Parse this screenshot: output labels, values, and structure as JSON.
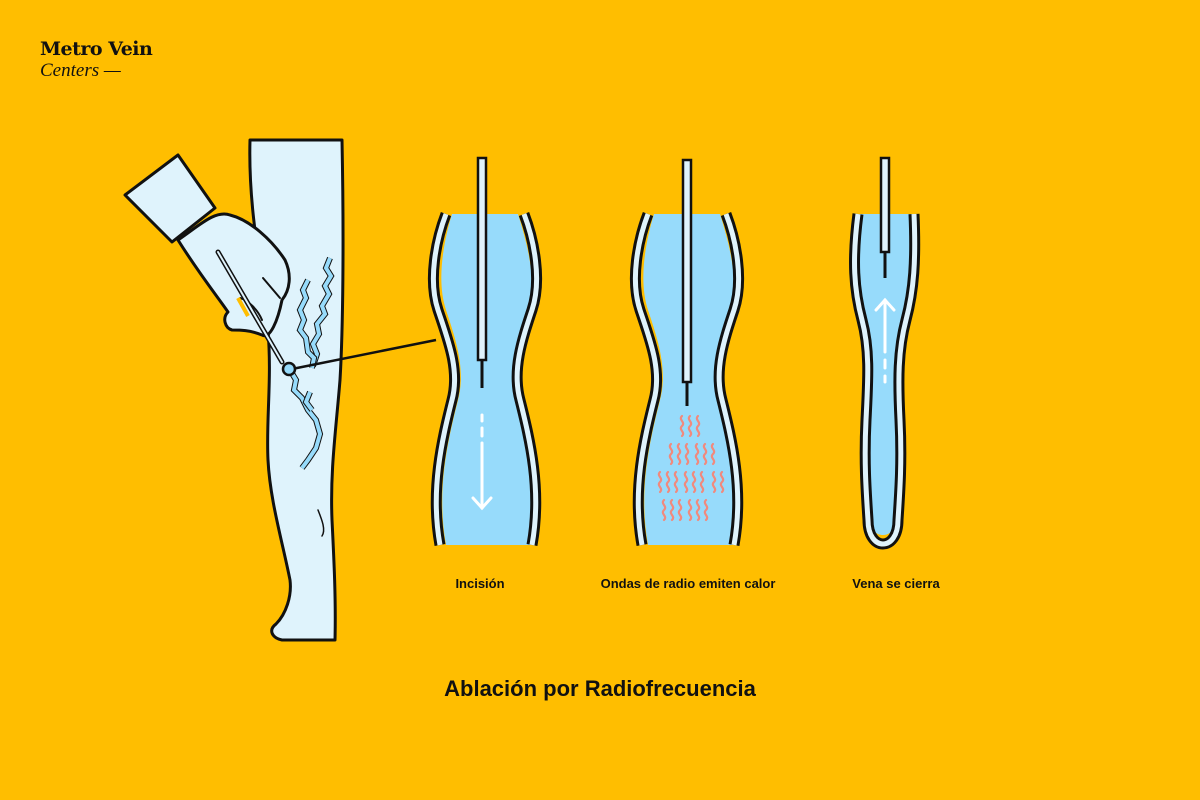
{
  "brand": {
    "line1": "Metro Vein",
    "line2": "Centers —"
  },
  "colors": {
    "background": "#FFBE00",
    "vein_fluid": "#97DBFB",
    "skin": "#DFF3FC",
    "heat_waves": "#F08A7E",
    "outline": "#111111"
  },
  "steps": [
    {
      "label": "Incisión",
      "arrow": "down"
    },
    {
      "label": "Ondas de radio emiten calor",
      "icon": "heat-waves"
    },
    {
      "label": "Vena se cierra",
      "arrow": "up"
    }
  ],
  "title": "Ablación por Radiofrecuencia"
}
